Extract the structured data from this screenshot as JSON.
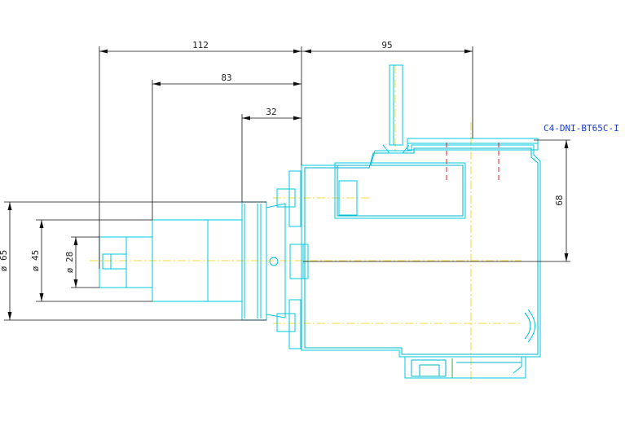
{
  "dimensions": {
    "top_112": "112",
    "top_95": "95",
    "top_83": "83",
    "top_32": "32",
    "side_68": "68",
    "dia_65": "ø 65",
    "dia_45": "ø 45",
    "dia_28": "ø 28"
  },
  "part_label": "C4-DNI-BT65C-I",
  "colors": {
    "outline": "#00c8e0",
    "dimension": "#111111",
    "centerline": "#f0d000",
    "hidden": "#e02020",
    "label": "#1a3cc8"
  }
}
